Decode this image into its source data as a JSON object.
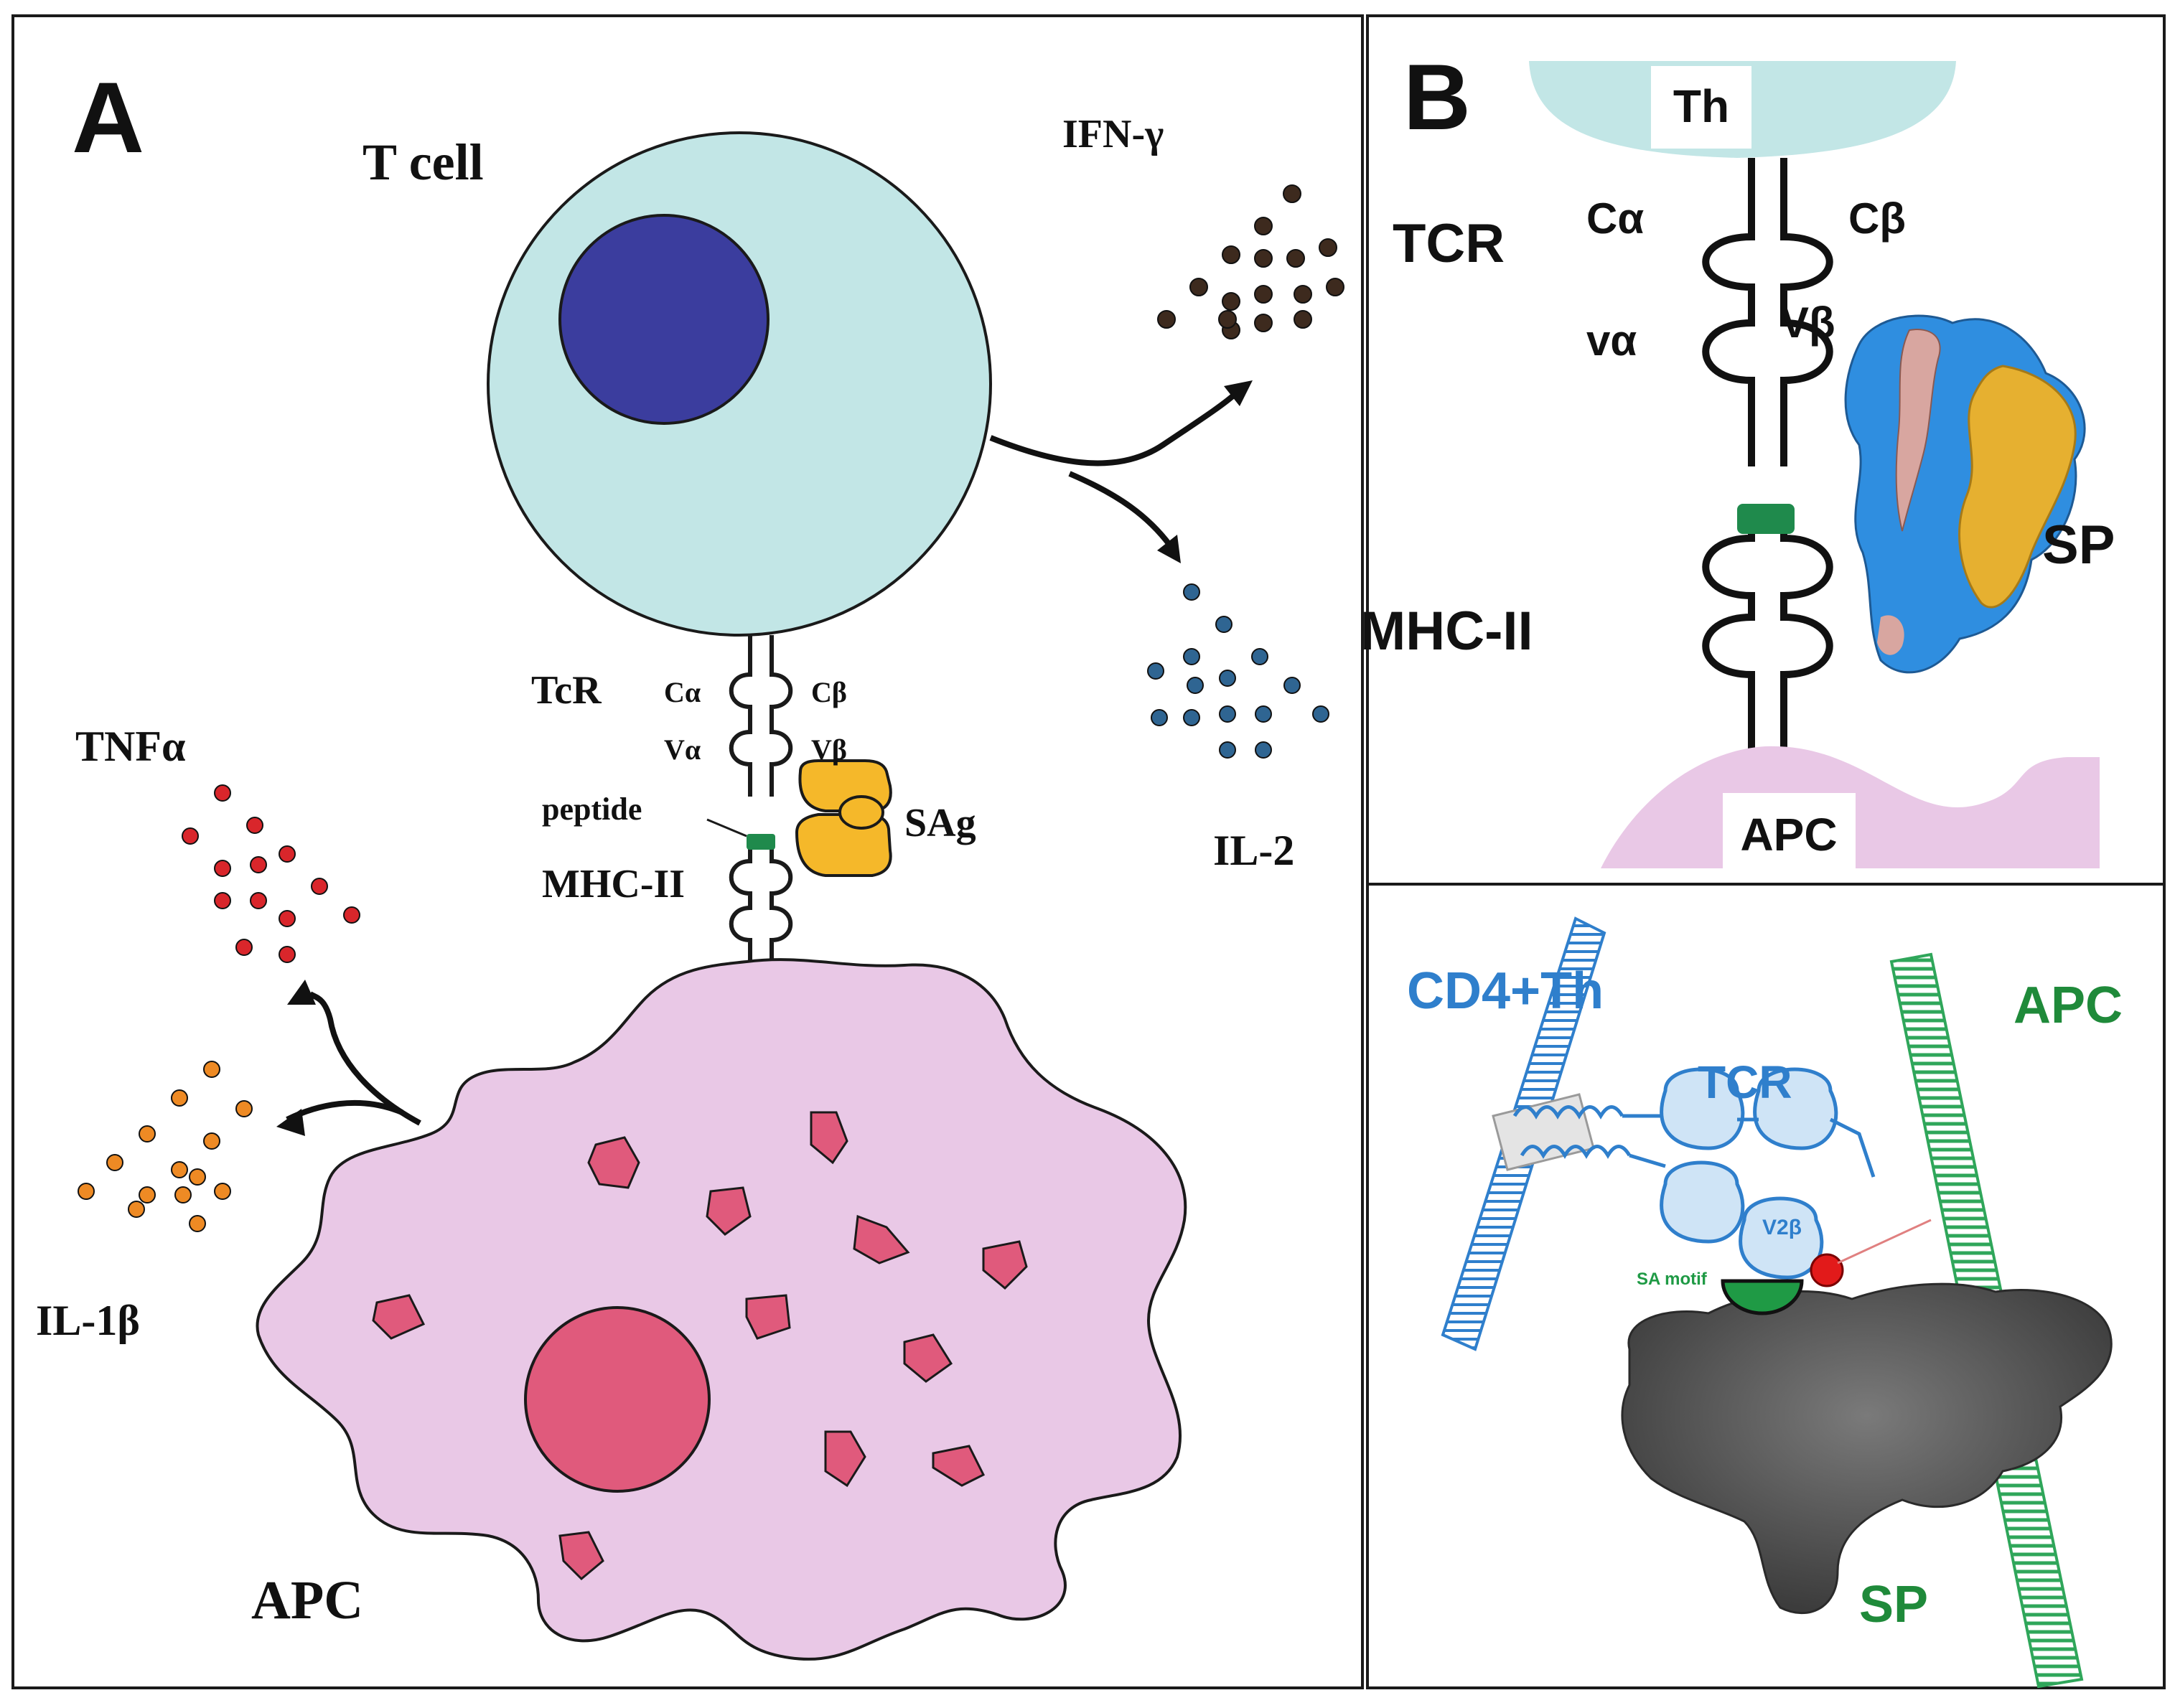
{
  "panel_a": {
    "letter": "A",
    "t_cell": "T cell",
    "apc": "APC",
    "tcr": "TcR",
    "c_alpha": "Cα",
    "c_beta": "Cβ",
    "v_alpha": "Vα",
    "v_beta": "Vβ",
    "peptide": "peptide",
    "sag": "SAg",
    "mhc": "MHC-II",
    "cytokines": {
      "ifn": "IFN-γ",
      "il2": "IL-2",
      "tnf": "TNFα",
      "il1": "IL-1β"
    },
    "colors": {
      "t_cell": "#c2e6e6",
      "nucleus": "#3b3d9e",
      "apc": "#e9c8e6",
      "organelle": "#e05a7c",
      "sag": "#f5b82a",
      "peptide": "#1f8a4c",
      "ifn_dots": "#3d2a1e",
      "il2_dots": "#2f6592",
      "tnf_dots": "#d9262b",
      "il1_dots": "#ee8a24"
    }
  },
  "panel_b": {
    "letter": "B",
    "th": "Th",
    "tcr": "TCR",
    "c_alpha": "Cα",
    "c_beta": "Cβ",
    "v_alpha": "vα",
    "v_beta": "Vβ",
    "mhc": "MHC-II",
    "sp": "SP",
    "apc": "APC",
    "colors": {
      "th": "#c2e6e6",
      "apc": "#e9c8e6",
      "sp_blue": "#2f8ee0",
      "sp_gold": "#e6b030",
      "sp_pink": "#d8a6a0",
      "peptide": "#1f8a4c"
    }
  },
  "panel_c": {
    "cd4th": "CD4+Th",
    "tcr": "TCR",
    "apc": "APC",
    "sp": "SP",
    "v2b": "V2β",
    "sa_motif": "SA motif",
    "colors": {
      "th_label": "#2f7fcc",
      "apc_label": "#1f8a3a",
      "membrane_blue": "#2f7fcc",
      "membrane_green": "#2fa65a",
      "protein": "#5a5a5a"
    }
  }
}
